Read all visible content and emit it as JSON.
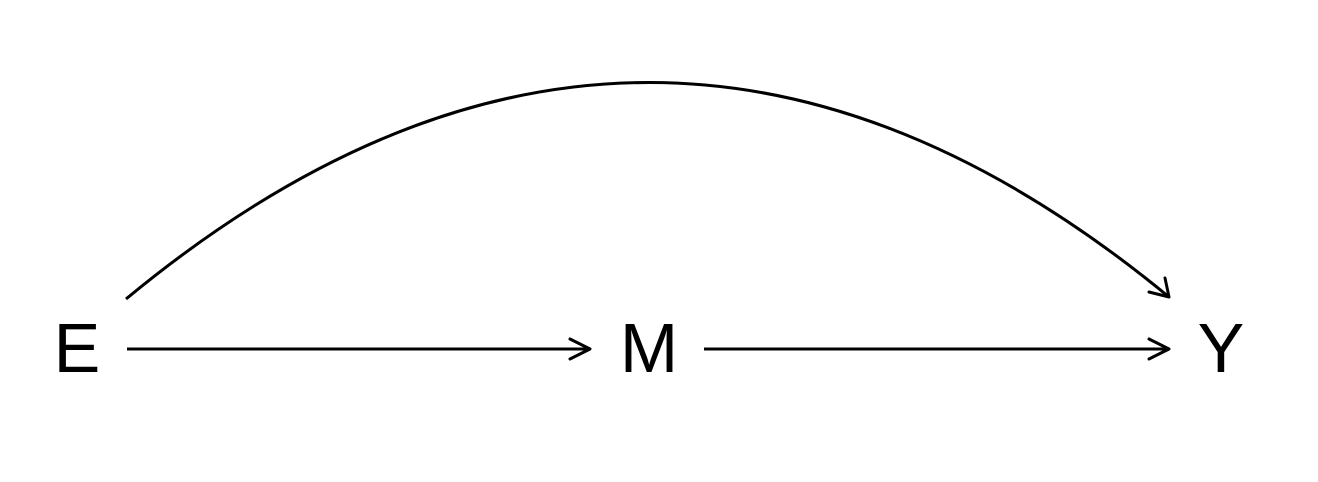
{
  "diagram": {
    "type": "directed-acyclic-graph",
    "nodes": [
      {
        "id": "E",
        "label": "E"
      },
      {
        "id": "M",
        "label": "M"
      },
      {
        "id": "Y",
        "label": "Y"
      }
    ],
    "edges": [
      {
        "from": "E",
        "to": "M"
      },
      {
        "from": "M",
        "to": "Y"
      },
      {
        "from": "E",
        "to": "Y",
        "curved": true
      }
    ],
    "colors": {
      "ink": "#000000",
      "background": "#ffffff"
    }
  }
}
